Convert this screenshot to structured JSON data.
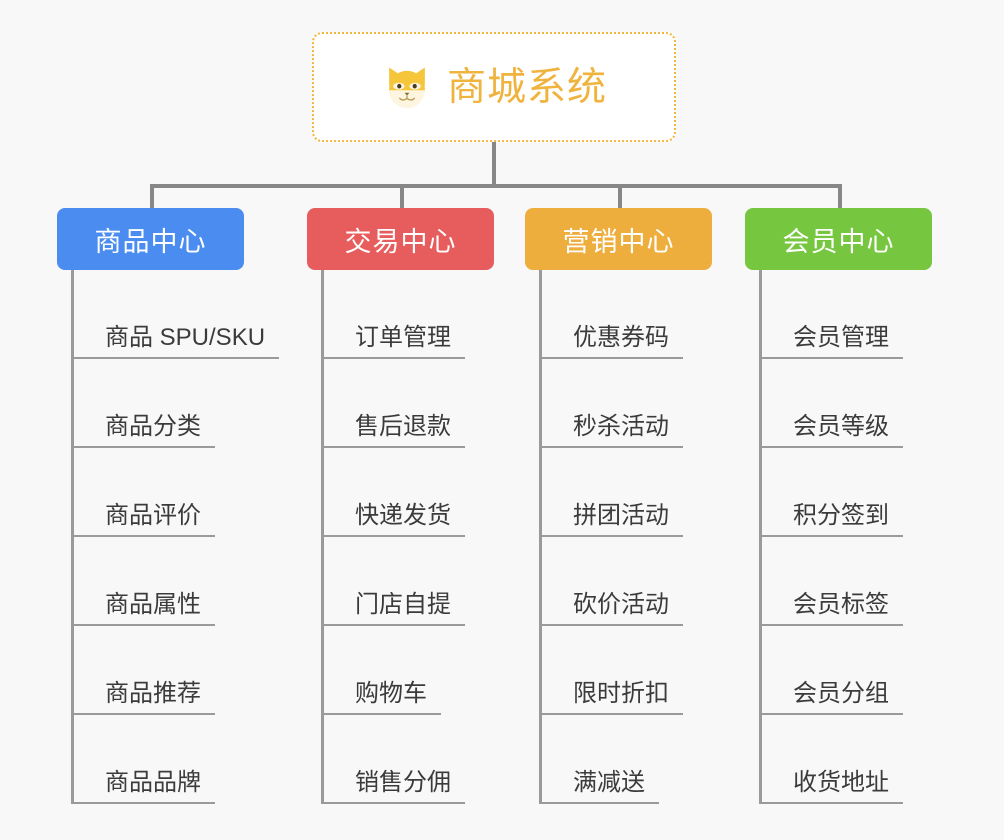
{
  "diagram": {
    "background_color": "#f8f8f8",
    "connector_color": "#9a9a9a",
    "root": {
      "title": "商城系统",
      "icon": "shiba-dog-face-icon",
      "text_color": "#efb33e",
      "border_color": "#f2b63c",
      "background_color": "#ffffff"
    },
    "branches": [
      {
        "label": "商品中心",
        "color": "#4a8cf0",
        "leaves": [
          "商品 SPU/SKU",
          "商品分类",
          "商品评价",
          "商品属性",
          "商品推荐",
          "商品品牌"
        ]
      },
      {
        "label": "交易中心",
        "color": "#e75c5c",
        "leaves": [
          "订单管理",
          "售后退款",
          "快递发货",
          "门店自提",
          "购物车",
          "销售分佣"
        ]
      },
      {
        "label": "营销中心",
        "color": "#eeae3e",
        "leaves": [
          "优惠券码",
          "秒杀活动",
          "拼团活动",
          "砍价活动",
          "限时折扣",
          "满减送"
        ]
      },
      {
        "label": "会员中心",
        "color": "#76c63f",
        "leaves": [
          "会员管理",
          "会员等级",
          "积分签到",
          "会员标签",
          "会员分组",
          "收货地址"
        ]
      }
    ]
  }
}
